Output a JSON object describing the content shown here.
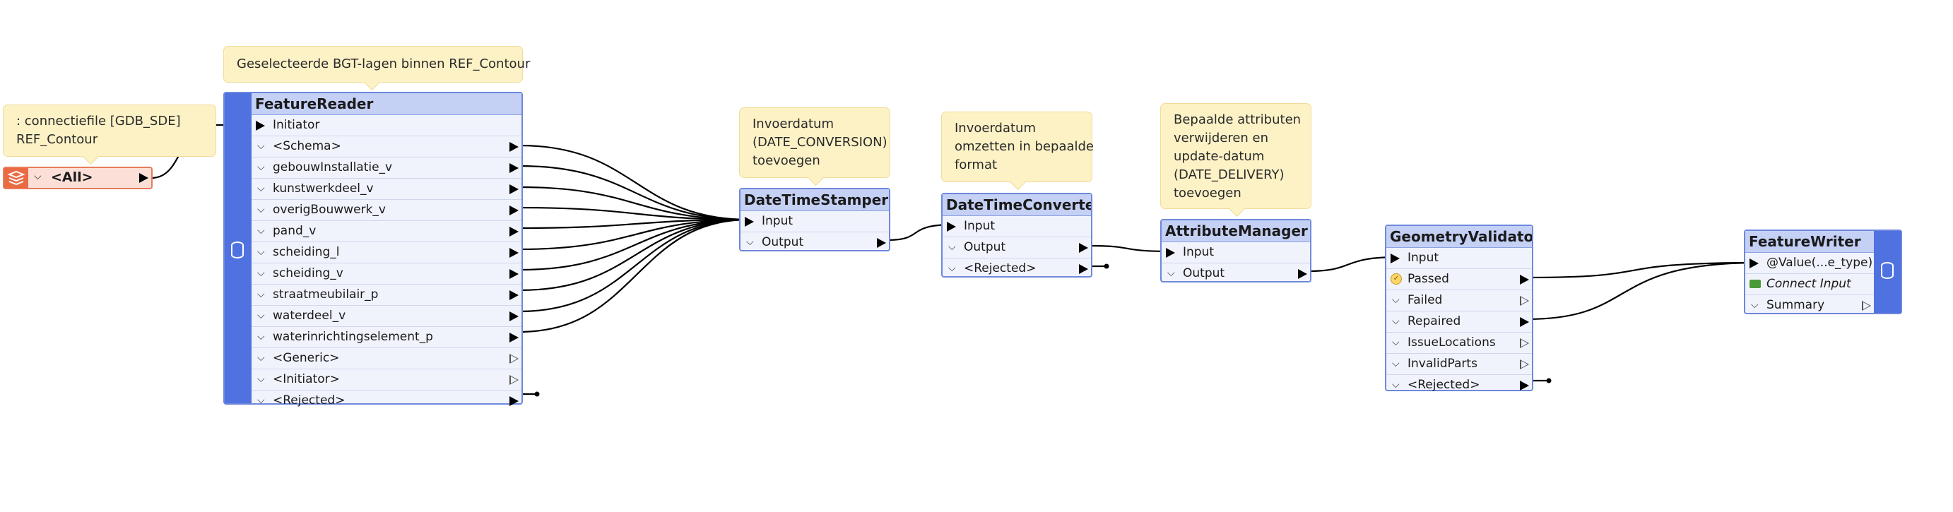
{
  "annotations": {
    "feature_reader_note": "Geselecteerde BGT-lagen binnen REF_Contour",
    "connection_note": [
      ": connectiefile [GDB_SDE]",
      "REF_Contour"
    ],
    "stamper_note": [
      "Invoerdatum",
      "(DATE_CONVERSION)",
      "toevoegen"
    ],
    "converter_note": [
      "Invoerdatum",
      "omzetten in bepaalde",
      "format"
    ],
    "attr_note": [
      "Bepaalde attributen",
      "verwijderen en",
      "update-datum",
      "(DATE_DELIVERY)",
      "toevoegen"
    ]
  },
  "reader_node": {
    "label": "<All>"
  },
  "feature_reader": {
    "title": "FeatureReader",
    "input": "Initiator",
    "ports": [
      "<Schema>",
      "gebouwInstallatie_v",
      "kunstwerkdeel_v",
      "overigBouwwerk_v",
      "pand_v",
      "scheiding_l",
      "scheiding_v",
      "straatmeubilair_p",
      "waterdeel_v",
      "waterinrichtingselement_p",
      "<Generic>",
      "<Initiator>",
      "<Rejected>"
    ]
  },
  "datetime_stamper": {
    "title": "DateTimeStamper",
    "input": "Input",
    "output": "Output"
  },
  "datetime_converter": {
    "title": "DateTimeConverter",
    "input": "Input",
    "output": "Output",
    "rejected": "<Rejected>"
  },
  "attribute_manager": {
    "title": "AttributeManager",
    "input": "Input",
    "output": "Output"
  },
  "geometry_validator": {
    "title": "GeometryValidator",
    "input": "Input",
    "ports": [
      "Passed",
      "Failed",
      "Repaired",
      "IssueLocations",
      "InvalidParts",
      "<Rejected>"
    ]
  },
  "feature_writer": {
    "title": "FeatureWriter",
    "input": "@Value(...e_type)",
    "connect_input": "Connect Input",
    "summary": "Summary"
  },
  "colors": {
    "transformer_fill": "#f1f3fc",
    "transformer_header": "#c5d0f5",
    "transformer_border": "#6e88dc",
    "sidebar": "#4f72e0",
    "annotation": "#fdf2c6",
    "reader": "#e96a43"
  }
}
